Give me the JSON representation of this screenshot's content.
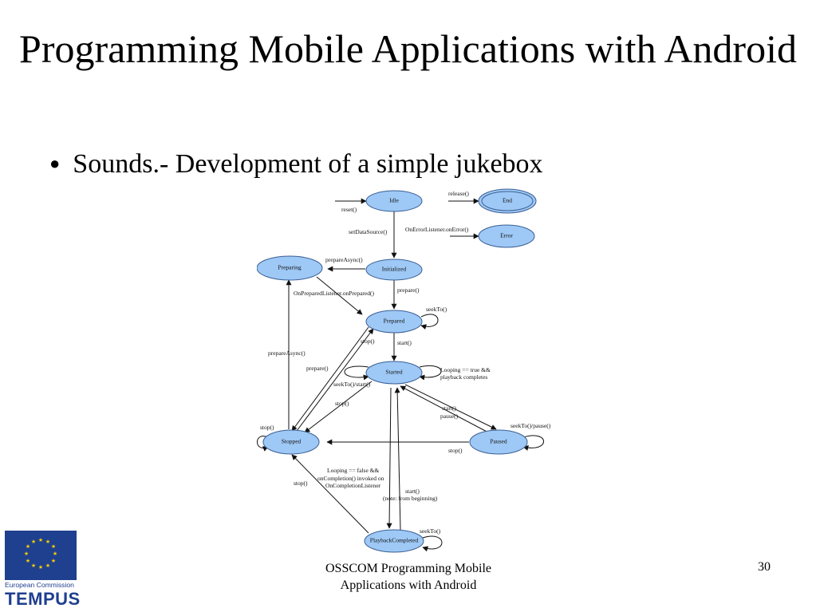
{
  "slide": {
    "title": "Programming Mobile Applications with Android",
    "bullet": "Sounds.- Development of a simple jukebox",
    "footer": "OSSCOM Programming Mobile Applications with Android",
    "page_number": "30"
  },
  "logo": {
    "org": "European Commission",
    "name": "TEMPUS"
  },
  "diagram": {
    "states": {
      "idle": "Idle",
      "end": "End",
      "error": "Error",
      "preparing": "Preparing",
      "initialized": "Initialized",
      "prepared": "Prepared",
      "started": "Started",
      "stopped": "Stopped",
      "paused": "Paused",
      "playback_completed": "PlaybackCompleted"
    },
    "transitions": {
      "reset": "reset()",
      "release": "release()",
      "set_data_source": "setDataSource()",
      "on_error": "OnErrorListener.onError()",
      "prepare_async": "prepareAsync()",
      "on_prepared": "OnPreparedListener.onPrepared()",
      "prepare_init": "prepare()",
      "seek_to_prepared": "seekTo()",
      "stop_prepared": "stop()",
      "start_prepared": "start()",
      "prepare_async_stopped": "prepareAsync()",
      "prepare_stopped": "prepare()",
      "looping_true_1": "Looping == true &&",
      "looping_true_2": "playback completes",
      "seek_start": "seekTo()/start()",
      "stop_started": "stop()",
      "start_paused": "start()",
      "pause": "pause()",
      "stop_self": "stop()",
      "seek_pause": "seekTo()/pause()",
      "stop_paused": "stop()",
      "looping_false_1": "Looping == false &&",
      "looping_false_2": "onCompletion() invoked on",
      "looping_false_3": "OnCompletionListener",
      "start_completed_1": "start()",
      "start_completed_2": "(note: from beginning)",
      "stop_completed": "stop()",
      "seek_completed": "seekTo()"
    }
  }
}
